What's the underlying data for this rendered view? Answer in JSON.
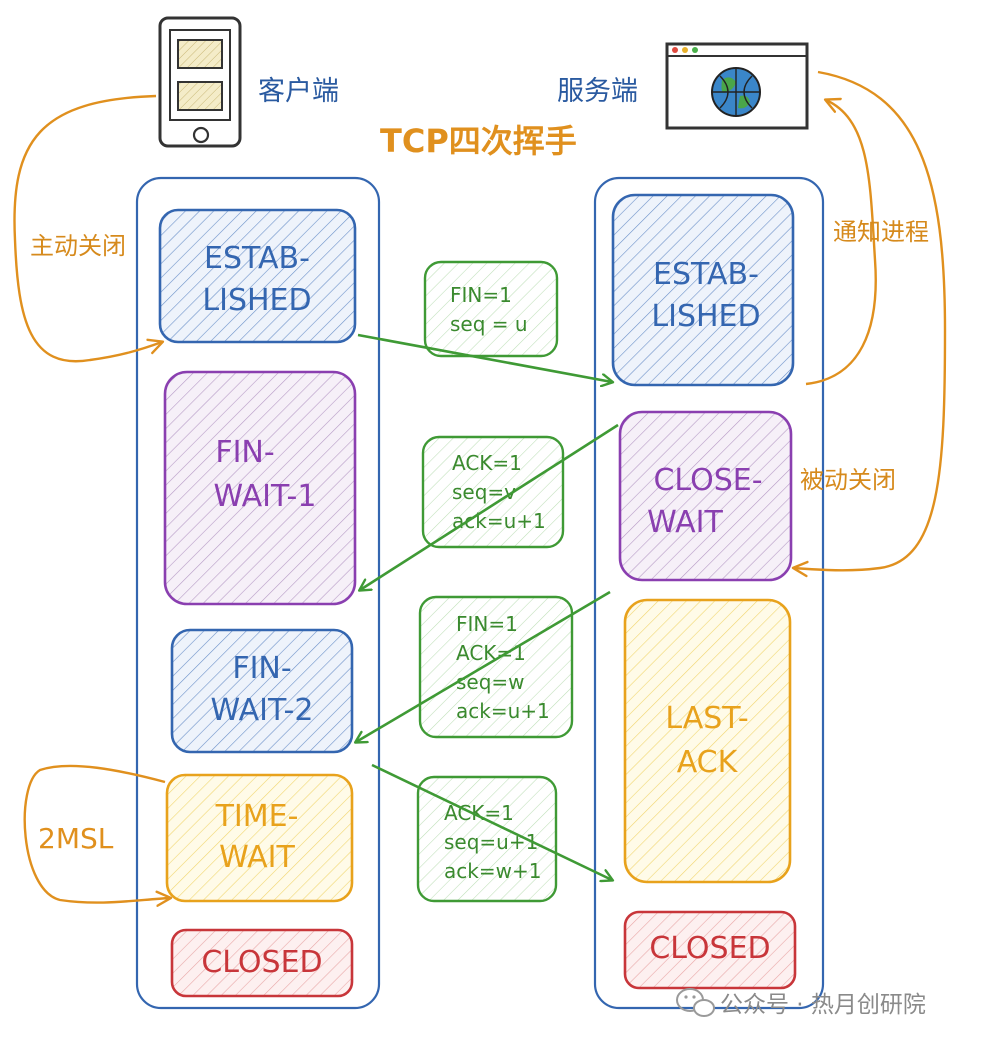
{
  "title": "TCP四次挥手",
  "client": {
    "label": "客户端"
  },
  "server": {
    "label": "服务端"
  },
  "annotations": {
    "active_close": "主动关闭",
    "passive_close": "被动关闭",
    "notify_process": "通知进程",
    "two_msl": "2MSL"
  },
  "client_states": [
    {
      "line1": "ESTAB-",
      "line2": "LISHED",
      "color": "blue"
    },
    {
      "line1": "FIN-",
      "line2": "WAIT-1",
      "color": "purple"
    },
    {
      "line1": "FIN-",
      "line2": "WAIT-2",
      "color": "blue"
    },
    {
      "line1": "TIME-",
      "line2": "WAIT",
      "color": "yellow"
    },
    {
      "line1": "CLOSED",
      "line2": "",
      "color": "red"
    }
  ],
  "server_states": [
    {
      "line1": "ESTAB-",
      "line2": "LISHED",
      "color": "blue"
    },
    {
      "line1": "CLOSE-",
      "line2": "WAIT",
      "color": "purple"
    },
    {
      "line1": "LAST-",
      "line2": "ACK",
      "color": "yellow"
    },
    {
      "line1": "CLOSED",
      "line2": "",
      "color": "red"
    }
  ],
  "messages": [
    {
      "lines": [
        "FIN=1",
        "seq = u"
      ]
    },
    {
      "lines": [
        "ACK=1",
        "seq=v",
        "ack=u+1"
      ]
    },
    {
      "lines": [
        "FIN=1",
        "ACK=1",
        "seq=w",
        "ack=u+1"
      ]
    },
    {
      "lines": [
        "ACK=1",
        "seq=u+1",
        "ack=w+1"
      ]
    }
  ],
  "watermark": "公众号 · 热月创研院",
  "colors": {
    "blue": "#3466b0",
    "purple": "#8a3fb0",
    "yellow": "#e8a21c",
    "red": "#c8363a",
    "green": "#3f9a35",
    "orange": "#e0901e"
  }
}
